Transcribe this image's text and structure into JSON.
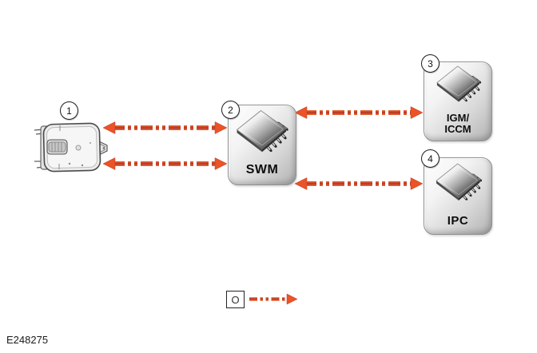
{
  "figure_id": "E248275",
  "colors": {
    "arrow_head": "#ea5426",
    "arrow_outline": "#e4642f",
    "arrow_core": "#c03d2a",
    "box_border": "#8f8f8f"
  },
  "badges": {
    "switch": "1",
    "swm": "2",
    "igm_iccm": "3",
    "ipc": "4"
  },
  "modules": {
    "swm": {
      "label": "SWM"
    },
    "igm_iccm": {
      "line1": "IGM/",
      "line2": "ICCM"
    },
    "ipc": {
      "label": "IPC"
    }
  },
  "legend": {
    "symbol": "O"
  },
  "icons": {
    "chip": "chip-icon",
    "switch": "steering-column-switch-icon",
    "arrows": "dashed-bus-arrow"
  }
}
